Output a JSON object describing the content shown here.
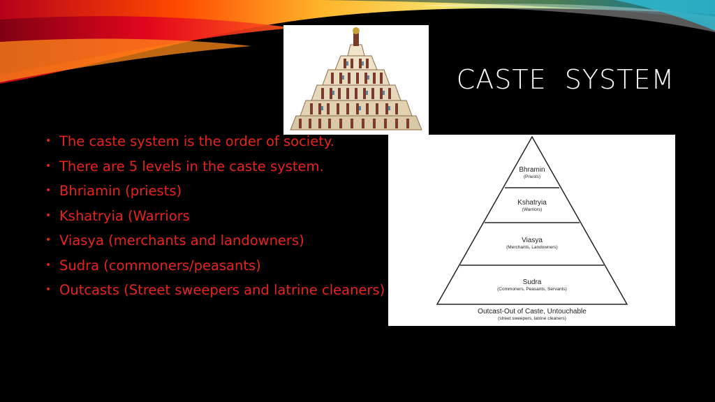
{
  "slide": {
    "title": "CASTE  SYSTEM",
    "accent_colors": [
      "#c8102e",
      "#ff6a00",
      "#ffd23a",
      "#7ab83a",
      "#3bc3d8"
    ],
    "text_color": "#e8231f",
    "bullets": [
      "The caste system is the order of society.",
      "There are 5 levels in the caste system.",
      "Bhriamin (priests)",
      "Kshatryia (Warriors",
      "Viasya (merchants and landowners)",
      "Sudra (commoners/peasants)",
      "Outcasts (Street sweepers and latrine cleaners)"
    ]
  },
  "pyramid_photo": {
    "icon": "stepped-pyramid-figures-image"
  },
  "caste_diagram": {
    "levels": [
      {
        "name": "Bhramin",
        "sub": "(Priests)"
      },
      {
        "name": "Kshatryia",
        "sub": "(Warriors)"
      },
      {
        "name": "Viasya",
        "sub": "(Merchants, Landowners)"
      },
      {
        "name": "Sudra",
        "sub": "(Commoners, Peasants, Servants)"
      }
    ],
    "base": {
      "name": "Outcast-Out of Caste, Untouchable",
      "sub": "(street sweepers, latrine cleaners)"
    }
  }
}
